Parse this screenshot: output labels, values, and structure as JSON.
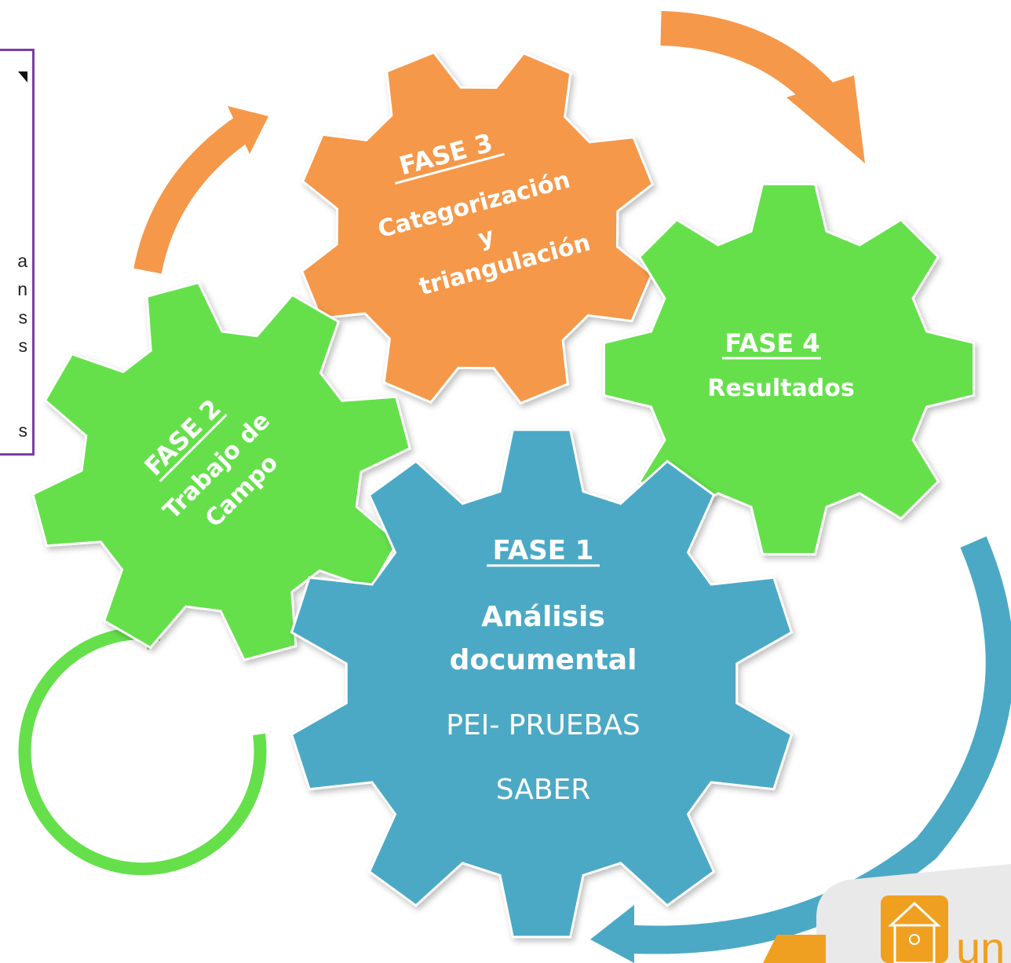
{
  "side_panel": {
    "letters": [
      "a",
      "n",
      "s",
      "s",
      "s"
    ]
  },
  "fases": {
    "fase1": {
      "title": "FASE 1",
      "line1": "Análisis",
      "line2": "documental",
      "line3": "PEI- PRUEBAS",
      "line4": "SABER",
      "color": "#4ba9c6"
    },
    "fase2": {
      "title": "FASE 2",
      "line1": "Trabajo de",
      "line2": "Campo",
      "color": "#65e04b"
    },
    "fase3": {
      "title": "FASE 3",
      "line1": "Categorización",
      "line2": "y",
      "line3": "triangulación",
      "color": "#f5984a"
    },
    "fase4": {
      "title": "FASE 4",
      "line1": "Resultados",
      "color": "#65e04b"
    }
  },
  "logo": {
    "text": "un",
    "color": "#f0a020"
  },
  "colors": {
    "orange": "#f5984a",
    "green": "#65e04b",
    "blue": "#4ba9c6",
    "purple": "#7a3fa6"
  }
}
